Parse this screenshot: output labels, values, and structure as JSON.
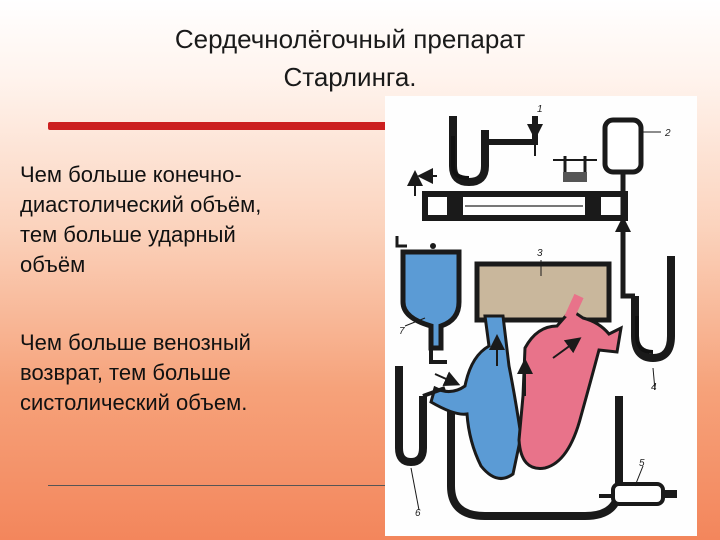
{
  "slide": {
    "title_line1": "Сердечнолёгочный препарат",
    "title_line2": "Старлинга.",
    "paragraph1": [
      "Чем больше конечно-",
      "диастолический объём,",
      "тем больше ударный",
      "объём"
    ],
    "paragraph2": [
      "Чем больше венозный",
      "возврат, тем больше",
      "систолический объем."
    ]
  },
  "figure": {
    "labels": [
      "1",
      "2",
      "3",
      "4",
      "5",
      "6",
      "7"
    ],
    "colors": {
      "venous": "#5b9bd5",
      "arterial": "#e8738a",
      "reservoir": "#c9b79c",
      "tube": "#1a1a1a"
    }
  }
}
